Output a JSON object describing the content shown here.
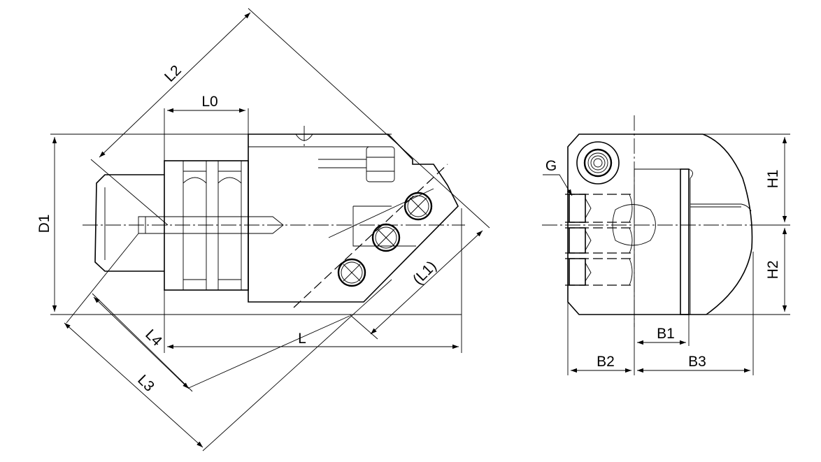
{
  "labels": {
    "l2": "L2",
    "l0": "L0",
    "d1": "D1",
    "l1": "(L1)",
    "l4": "L4",
    "l": "L",
    "l3": "L3",
    "g": "G",
    "h1": "H1",
    "h2": "H2",
    "b1": "B1",
    "b2": "B2",
    "b3": "B3"
  }
}
